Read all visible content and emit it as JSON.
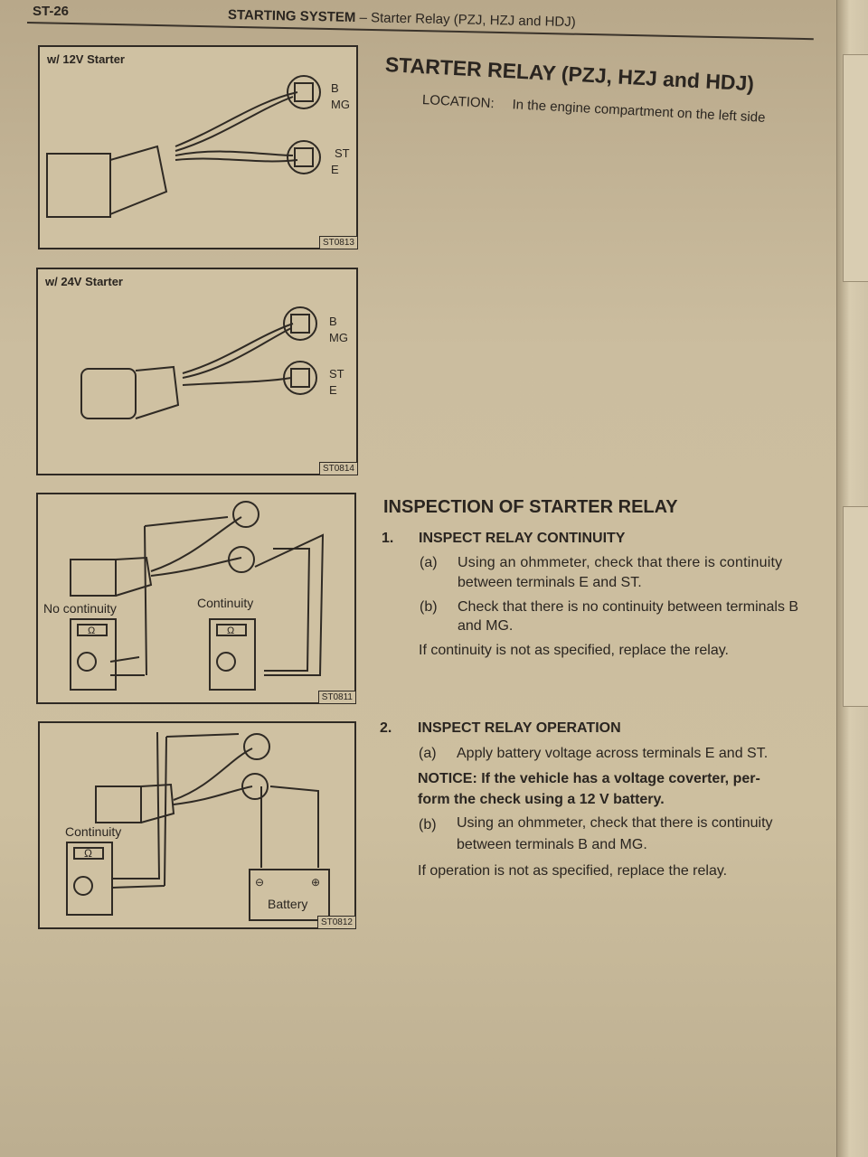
{
  "header": {
    "page_number": "ST-26",
    "section": "STARTING SYSTEM",
    "subsection": "– Starter Relay (PZJ, HZJ and HDJ)"
  },
  "title": "STARTER RELAY (PZJ, HZJ and HDJ)",
  "location": {
    "label": "LOCATION:",
    "text": "In the engine compartment on the left side"
  },
  "figures": [
    {
      "caption": "w/ 12V Starter",
      "code": "ST0813",
      "terminals": [
        "B",
        "MG",
        "ST",
        "E"
      ]
    },
    {
      "caption": "w/ 24V Starter",
      "code": "ST0814",
      "terminals": [
        "B",
        "MG",
        "ST",
        "E"
      ]
    },
    {
      "code": "ST0811",
      "labels": [
        "No continuity",
        "Continuity"
      ],
      "meter_symbol": "Ω"
    },
    {
      "code": "ST0812",
      "labels": [
        "Continuity",
        "Battery"
      ],
      "meter_symbol": "Ω",
      "battery_neg": "⊖",
      "battery_pos": "⊕"
    }
  ],
  "inspection": {
    "heading": "INSPECTION OF STARTER RELAY",
    "step1": {
      "num": "1.",
      "title": "INSPECT RELAY CONTINUITY",
      "a_label": "(a)",
      "a_line1": "Using an ohmmeter, check that there is continuity",
      "a_line2": "between terminals E and ST.",
      "b_label": "(b)",
      "b_line1": "Check that there is no continuity between terminals B",
      "b_line2": "and MG.",
      "note": "If continuity is not as specified, replace the relay."
    },
    "step2": {
      "num": "2.",
      "title": "INSPECT RELAY OPERATION",
      "a_label": "(a)",
      "a_line1": "Apply battery voltage across terminals E and ST.",
      "notice_line1": "NOTICE:  If the vehicle has a voltage coverter, per-",
      "notice_line2": "form the check using a 12 V battery.",
      "b_label": "(b)",
      "b_line1": "Using an ohmmeter, check that there is continuity",
      "b_line2": "between terminals B and MG.",
      "note": "If operation is not as specified, replace the relay."
    }
  }
}
